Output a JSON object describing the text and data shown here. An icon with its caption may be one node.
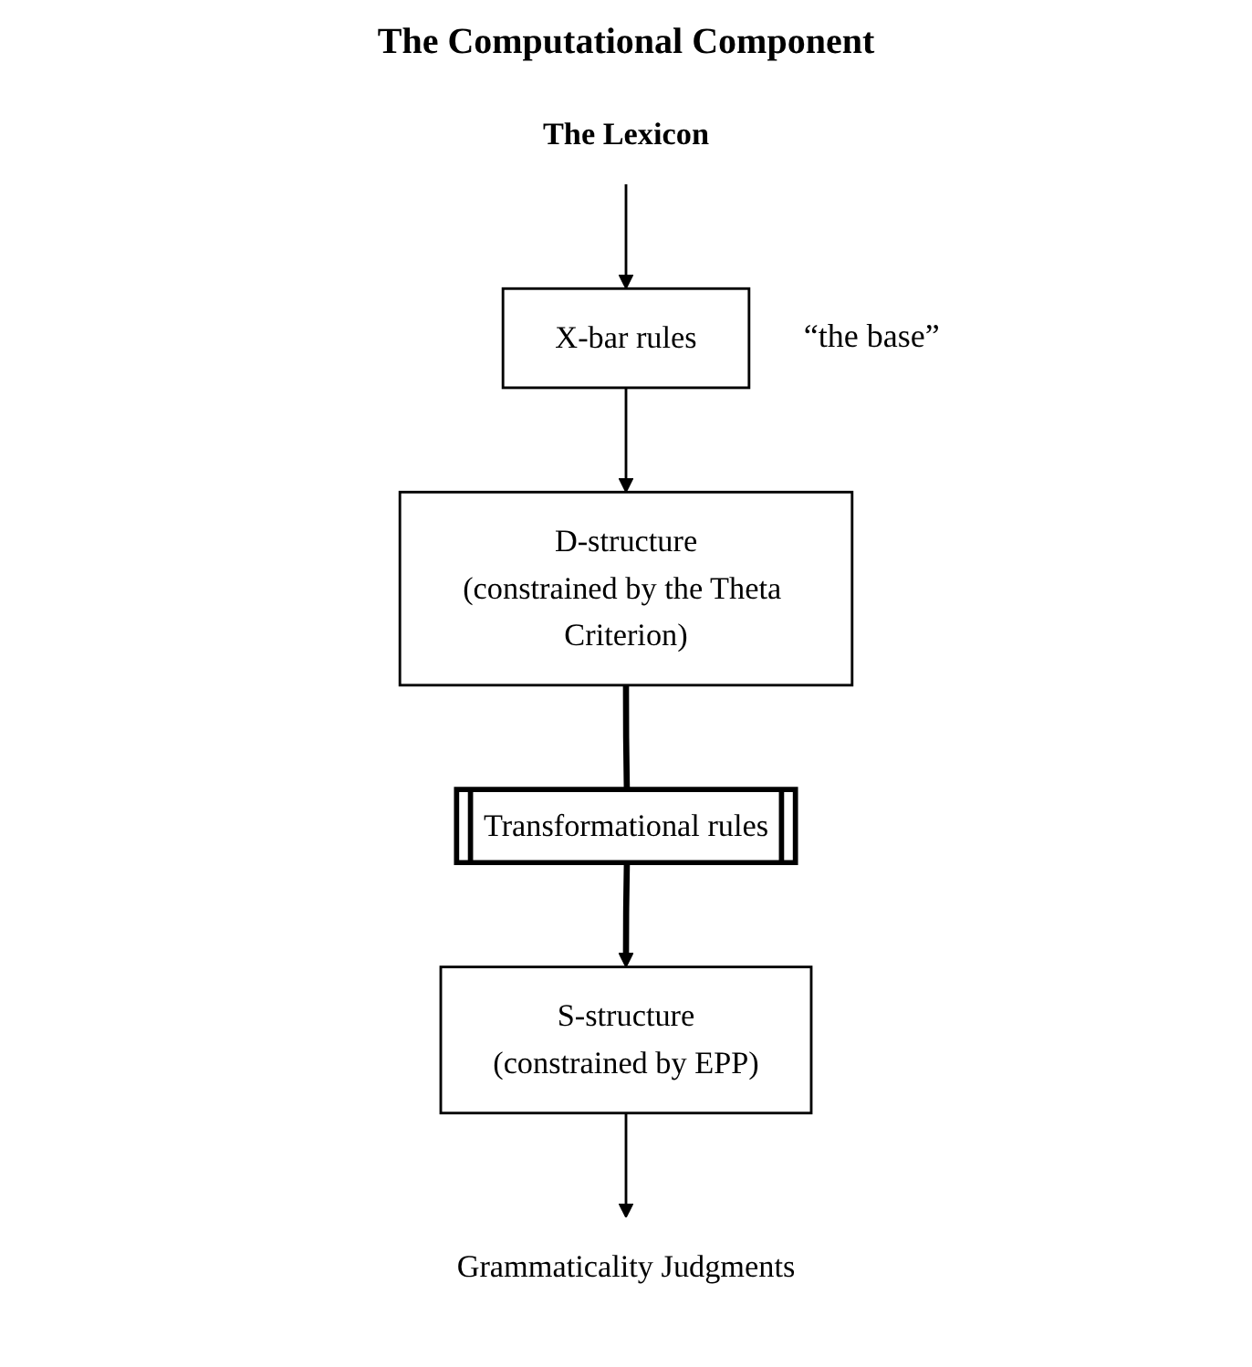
{
  "diagram": {
    "title": "The Computational Component",
    "nodes": [
      {
        "text": [
          "The Lexicon"
        ]
      },
      {
        "text": [
          "X-bar rules"
        ],
        "beside": [
          "“the base”"
        ]
      },
      {
        "text": [
          "D-structure",
          "(constrained by the Theta Criterion)"
        ]
      },
      {
        "text": [
          "Transformational rules"
        ]
      },
      {
        "text": [
          "S-structure",
          "(constrained by EPP)"
        ]
      },
      {
        "text": [
          "Grammaticality Judgments"
        ]
      }
    ],
    "edges": [
      {
        "from": 0,
        "to": 1,
        "arrow": "to"
      },
      {
        "from": 1,
        "to": 2,
        "arrow": "to"
      },
      {
        "from": 2,
        "to": 3,
        "arrow": "none",
        "style": "thick"
      },
      {
        "from": 3,
        "to": 4,
        "arrow": "to",
        "style": "thick"
      },
      {
        "from": 4,
        "to": 5,
        "arrow": "to"
      }
    ]
  }
}
